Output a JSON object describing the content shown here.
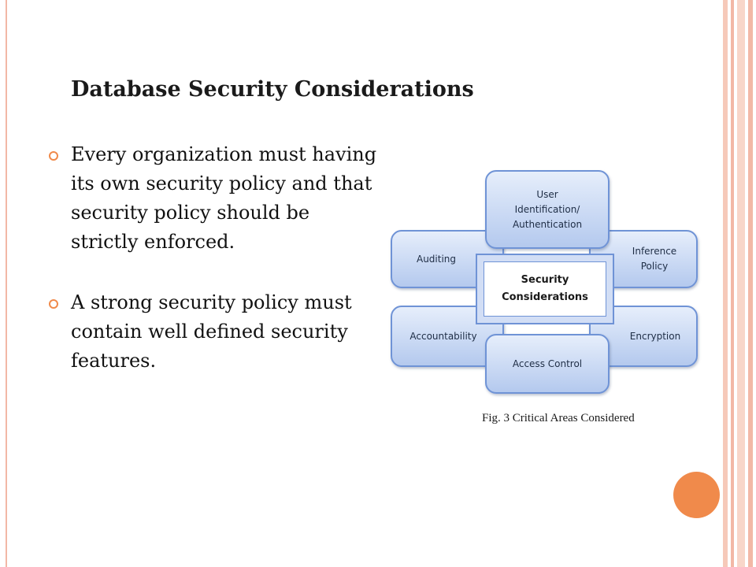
{
  "slide": {
    "title": "Database Security Considerations",
    "bullets": [
      "Every organization must having its own security policy and that security policy should be strictly enforced.",
      "A strong security policy must contain well defined security features."
    ]
  },
  "figure": {
    "center_line1": "Security",
    "center_line2": "Considerations",
    "boxes": {
      "user_auth_line1": "User",
      "user_auth_line2": "Identification/",
      "user_auth_line3": "Authentication",
      "auditing": "Auditing",
      "inference_line1": "Inference",
      "inference_line2": "Policy",
      "accountability": "Accountability",
      "encryption": "Encryption",
      "access_control": "Access Control"
    },
    "caption": "Fig. 3 Critical Areas Considered"
  },
  "colors": {
    "accent_orange": "#f08a4b",
    "frame_pink": "#f2b8a6",
    "box_blue": "#b4c9ee",
    "box_border": "#6f93d6"
  }
}
